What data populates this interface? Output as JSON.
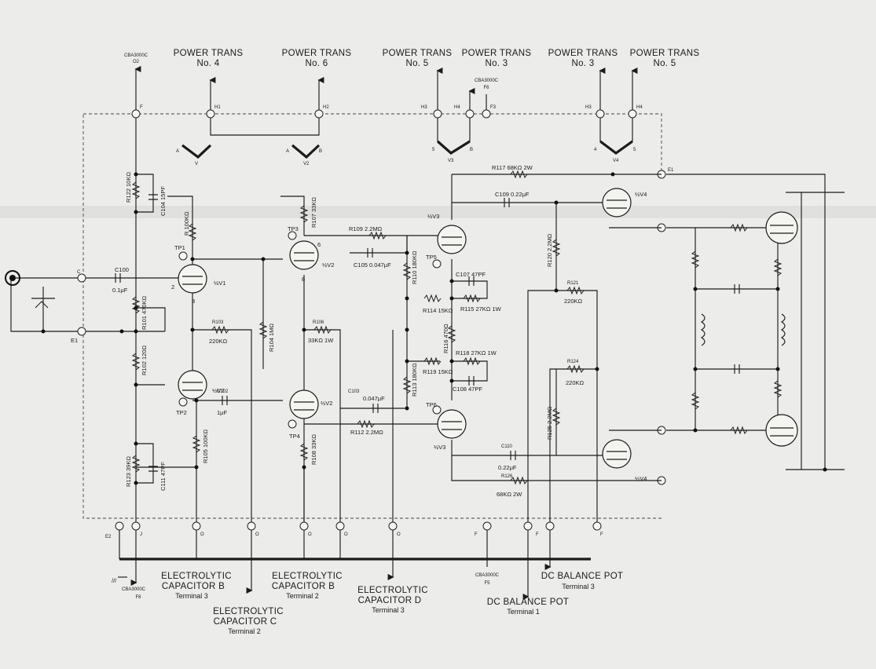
{
  "top_labels": {
    "cba_o2": [
      "CBA3000C",
      "O2"
    ],
    "pt4": [
      "POWER TRANS",
      "No. 4"
    ],
    "pt6": [
      "POWER TRANS",
      "No. 6"
    ],
    "pt5a": [
      "POWER TRANS",
      "No. 5"
    ],
    "pt3a": [
      "POWER TRANS",
      "No. 3"
    ],
    "cba_f6": [
      "CBA3000C",
      "F6"
    ],
    "pt3b": [
      "POWER TRANS",
      "No. 3"
    ],
    "pt5b": [
      "POWER TRANS",
      "No. 5"
    ]
  },
  "terminals_top": [
    "F",
    "H1",
    "H2",
    "H3",
    "H4",
    "F3",
    "H3",
    "H4",
    "E1"
  ],
  "heater_letters": [
    "A",
    "V",
    "A",
    "B",
    "V2",
    "5",
    "V3",
    "B",
    "4",
    "V4",
    "5"
  ],
  "left_labels": [
    "C",
    "E1",
    "J"
  ],
  "components": {
    "r_top_left": "R122 10KΩ",
    "c_top_left": "C104 15PF",
    "r_plate1": "R 100KΩ",
    "tp1": "TP1",
    "c_in": [
      "C100",
      "0.1μF"
    ],
    "v1": "½V1",
    "pin2": "2",
    "pin3": "3",
    "r_470k": "R101 470KΩ",
    "r_120": "R102 120Ω",
    "r_103": [
      "R103",
      "220KΩ"
    ],
    "r_1m": "R104 1MΩ",
    "v2a": "½V2",
    "tp2": "TP2",
    "c_1u": [
      "C102",
      "1μF"
    ],
    "r_100k_b": "R105 100KΩ",
    "r_39k": "R123 39KΩ",
    "c_47pf_a": "C111 47PF",
    "r_33k_top": "R107 33KΩ",
    "tp3": "TP3",
    "v2b": "½V2",
    "pin6": "6",
    "pin8": "8",
    "r_33k1w": [
      "R106",
      "33KΩ 1W"
    ],
    "tp4": "TP4",
    "v2c": "½V2",
    "r_33k_bot": "R108 33KΩ",
    "r_22m_top": "R109 2.2MΩ",
    "c_047_top": "C105 0.047μF",
    "r_180k_a": "R110 180KΩ",
    "c_047_bot": [
      "C103",
      "0.047μF"
    ],
    "r_22m_bot": "R112 2.2MΩ",
    "r_180k_b": "R113 180KΩ",
    "r_68k2w_top": "R117 68KΩ 2W",
    "c_022_top": "C109 0.22μF",
    "v3a": "½V3",
    "tp5": "TP5",
    "c_47pf_b": "C107 47PF",
    "r_15k_a": "R114 15KΩ",
    "r_27k_a": "R115 27KΩ 1W",
    "r_470_a": "R116 470Ω",
    "r_27k_b": "R118 27KΩ 1W",
    "r_15k_b": "R119 15KΩ",
    "c_47pf_c": "C108 47PF",
    "tp6": "TP6",
    "v3b": "½V3",
    "v4a": "½V4",
    "r_22m_c": "R120 2.2MΩ",
    "r_220k_a": [
      "R121",
      "220KΩ"
    ],
    "r_220k_b": [
      "R124",
      "220KΩ"
    ],
    "r_22m_d": "R125 2.2MΩ",
    "c_027": [
      "C110",
      "0.22μF"
    ],
    "r_68k2w_bot": [
      "R126",
      "68KΩ 2W"
    ],
    "v4b": "½V4"
  },
  "bottom_labels": {
    "ecb3": [
      "ELECTROLYTIC",
      "CAPACITOR B",
      "Terminal 3"
    ],
    "ecc2": [
      "ELECTROLYTIC",
      "CAPACITOR C",
      "Terminal 2"
    ],
    "ecb2": [
      "ELECTROLYTIC",
      "CAPACITOR B",
      "Terminal 2"
    ],
    "ecd3": [
      "ELECTROLYTIC",
      "CAPACITOR D",
      "Terminal 3"
    ],
    "cba_f5": [
      "CBA3000C",
      "F5"
    ],
    "dcp1": [
      "DC BALANCE POT",
      "Terminal 1"
    ],
    "dcp3": [
      "DC BALANCE POT",
      "Terminal 3"
    ],
    "cba_f8": [
      "CBA3000C",
      "F8"
    ],
    "gnd": "///"
  },
  "bottom_terminals": [
    "E2",
    "J",
    "O",
    "O",
    "O",
    "O",
    "O",
    "F",
    "F",
    "F"
  ]
}
